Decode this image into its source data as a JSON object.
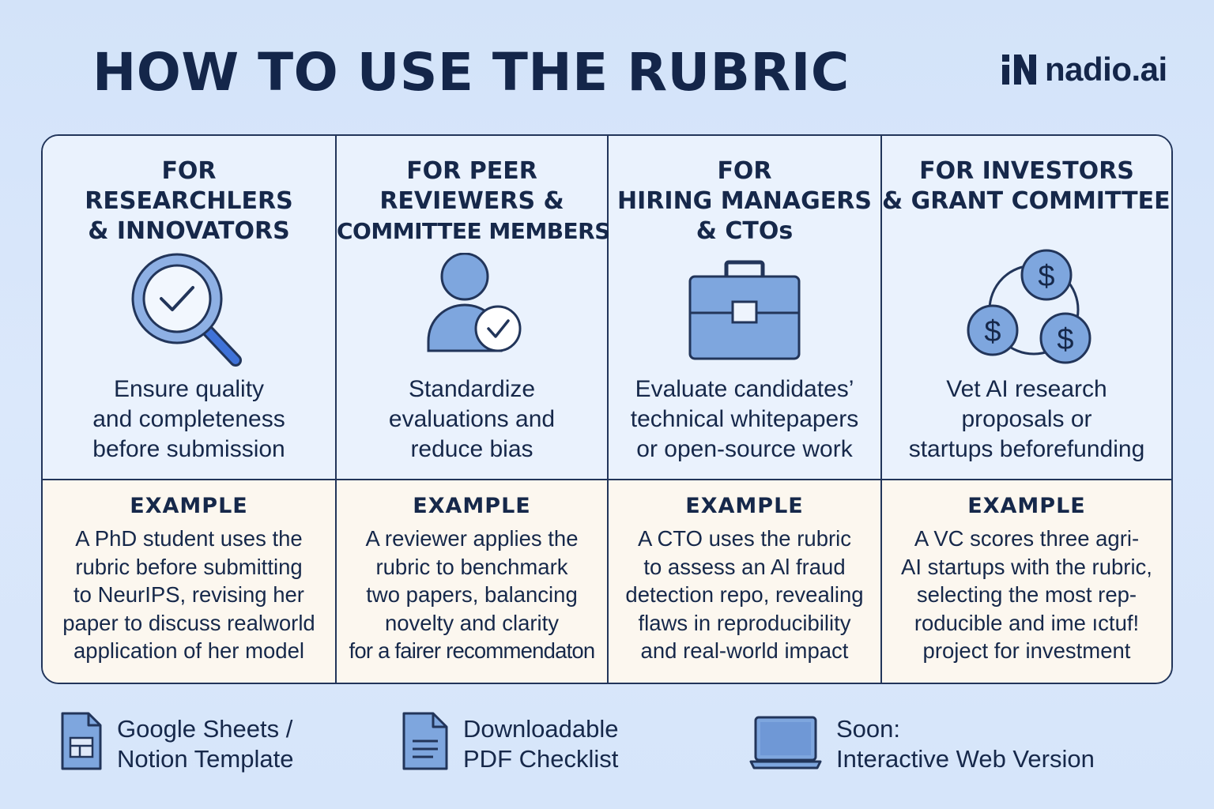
{
  "header": {
    "title": "HOW TO USE THE RUBRIC",
    "brand": "nadio.ai"
  },
  "columns": [
    {
      "heading": [
        "FOR",
        "RESEARCHLERS",
        "& INNOVATORS"
      ],
      "icon": "magnifier-check-icon",
      "description": [
        "Ensure quality",
        "and completeness",
        "before submission"
      ],
      "example_label": "EXAMPLE",
      "example": [
        "A PhD student uses the",
        "rubric before submitting",
        "to NeurIPS, revising her",
        "paper to discuss realworld",
        "application of her model"
      ]
    },
    {
      "heading": [
        "FOR PEER",
        "REVIEWERS  &",
        "COMMITTEE MEMBERS"
      ],
      "icon": "user-check-icon",
      "description": [
        "Standardize",
        "evaluations and",
        "reduce bias"
      ],
      "example_label": "EXAMPLE",
      "example": [
        "A reviewer applies the",
        "rubric to benchmark",
        "two papers, balancing",
        "novelty and clarity",
        "for a fairer recommendaton"
      ]
    },
    {
      "heading": [
        "FOR",
        "HIRING MANAGERS",
        "& CTOs"
      ],
      "icon": "briefcase-icon",
      "description": [
        "Evaluate candidates’",
        "technical whitepapers",
        "or open-source work"
      ],
      "example_label": "EXAMPLE",
      "example": [
        "A CTO uses the rubric",
        "to assess an Al fraud",
        "detection repo, revealing",
        "flaws in reproducibility",
        "and real-world impact"
      ]
    },
    {
      "heading": [
        "FOR INVESTORS",
        "& GRANT COMMITTEES"
      ],
      "icon": "dollar-coins-icon",
      "description": [
        "Vet AI research",
        "proposals or",
        "startups beforefunding"
      ],
      "example_label": "EXAMPLE",
      "example": [
        "A VC scores three agri-",
        "AI startups with the rubric,",
        "selecting the most rep-",
        "roducible and ime ıctuf!",
        "project for investment"
      ]
    }
  ],
  "resources": [
    {
      "icon": "spreadsheet-doc-icon",
      "lines": [
        "Google Sheets /",
        "Notion Template"
      ]
    },
    {
      "icon": "pdf-doc-icon",
      "lines": [
        "Downloadable",
        "PDF Checklist"
      ]
    },
    {
      "icon": "laptop-icon",
      "lines": [
        "Soon:",
        "Interactive Web Version"
      ]
    }
  ],
  "colors": {
    "navy": "#14264a",
    "icon_blue": "#7ea6de",
    "top_bg": "#eaf2fd",
    "example_bg": "#fcf7ef",
    "page_bg": "#d8e6fa"
  }
}
